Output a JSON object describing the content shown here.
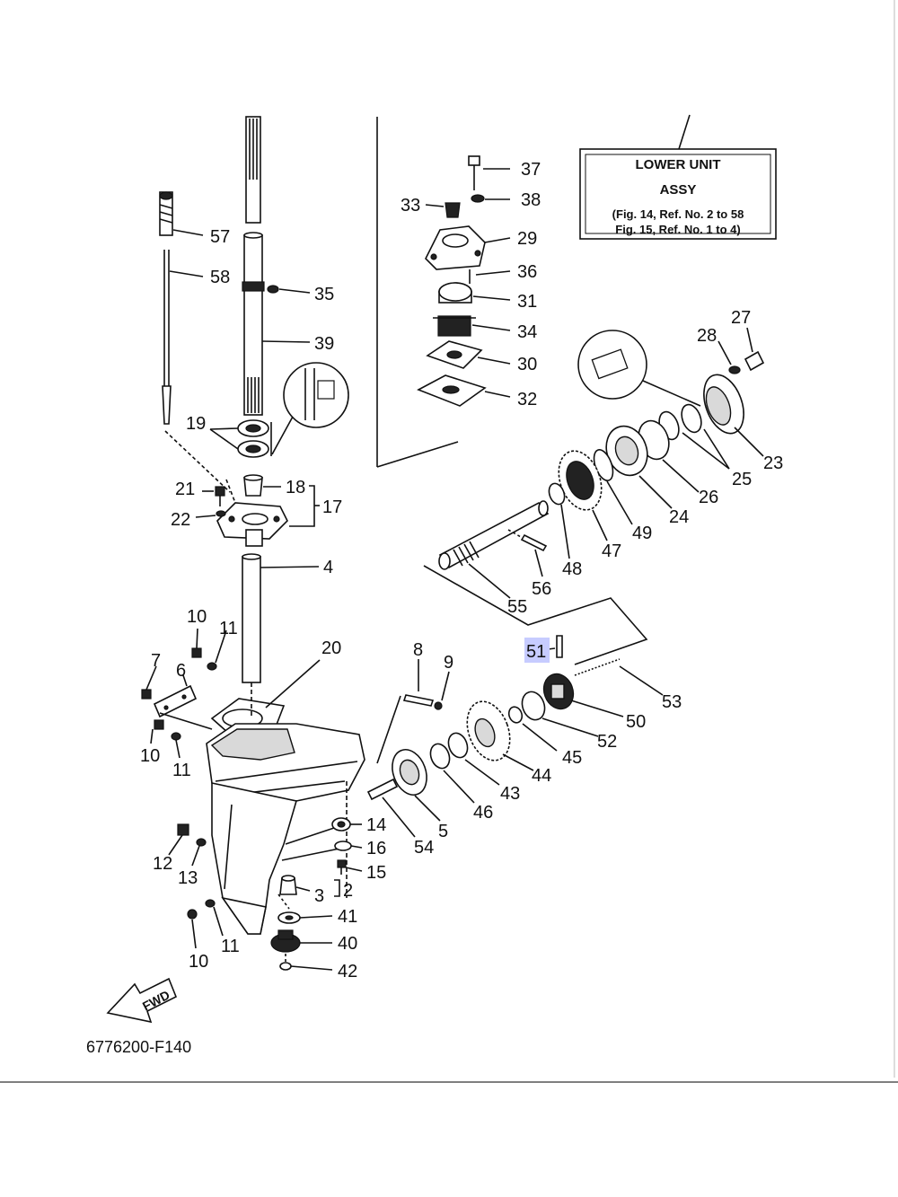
{
  "title_box": {
    "line1": "LOWER UNIT",
    "line2": "ASSY",
    "line3": "(Fig. 14, Ref. No. 2 to 58",
    "line4": "Fig. 15, Ref. No. 1 to 4)"
  },
  "highlight_color": "#c7ccff",
  "callouts": {
    "c2": "2",
    "c3": "3",
    "c4": "4",
    "c5": "5",
    "c6": "6",
    "c7": "7",
    "c8": "8",
    "c9": "9",
    "c10a": "10",
    "c10b": "10",
    "c10c": "10",
    "c11a": "11",
    "c11b": "11",
    "c11c": "11",
    "c12": "12",
    "c13": "13",
    "c14": "14",
    "c15": "15",
    "c16": "16",
    "c17": "17",
    "c18": "18",
    "c19": "19",
    "c20": "20",
    "c21": "21",
    "c22": "22",
    "c23": "23",
    "c24": "24",
    "c25": "25",
    "c26": "26",
    "c27": "27",
    "c28": "28",
    "c29": "29",
    "c30": "30",
    "c31": "31",
    "c32": "32",
    "c33": "33",
    "c34": "34",
    "c35": "35",
    "c36": "36",
    "c37": "37",
    "c38": "38",
    "c39": "39",
    "c40": "40",
    "c41": "41",
    "c42": "42",
    "c43": "43",
    "c44": "44",
    "c45": "45",
    "c46": "46",
    "c47": "47",
    "c48": "48",
    "c49": "49",
    "c50": "50",
    "c51": "51",
    "c52": "52",
    "c53": "53",
    "c54": "54",
    "c55": "55",
    "c56": "56",
    "c57": "57",
    "c58": "58"
  },
  "fwd_label": "FWD",
  "figure_code": "6776200-F140",
  "icons": {
    "forward_arrow": "fwd-arrow-icon"
  }
}
